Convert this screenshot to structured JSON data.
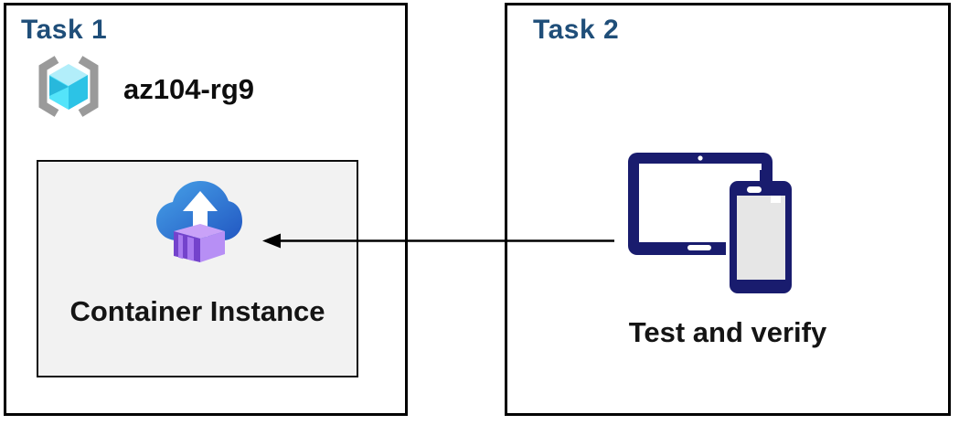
{
  "task1": {
    "title": "Task 1",
    "resource_group": {
      "name": "az104-rg9",
      "icon": "azure-resource-group-icon"
    },
    "container_box": {
      "label": "Container Instance",
      "icon": "azure-container-instances-icon",
      "background": "#F2F2F2"
    }
  },
  "task2": {
    "title": "Task 2",
    "label": "Test and verify",
    "icon": "tablet-and-phone-devices-icon"
  },
  "arrow": {
    "from": "task2-devices",
    "to": "task1-container-instance",
    "direction": "right-to-left"
  },
  "colors": {
    "task_title_blue": "#1F4E79",
    "box_border": "#000000",
    "inner_box_background": "#F2F2F2",
    "device_navy": "#191C6E",
    "device_screen_gray": "#E6E6E6",
    "cloud_blue_light": "#47A2E8",
    "cloud_blue_dark": "#2257C2",
    "container_purple_light": "#B78FF5",
    "container_purple_dark": "#7443CC",
    "cube_cyan": "#50E6FF",
    "cube_cyan_dark": "#2CC3E6",
    "bracket_gray": "#9A9A9A",
    "arrow_black": "#000000"
  }
}
